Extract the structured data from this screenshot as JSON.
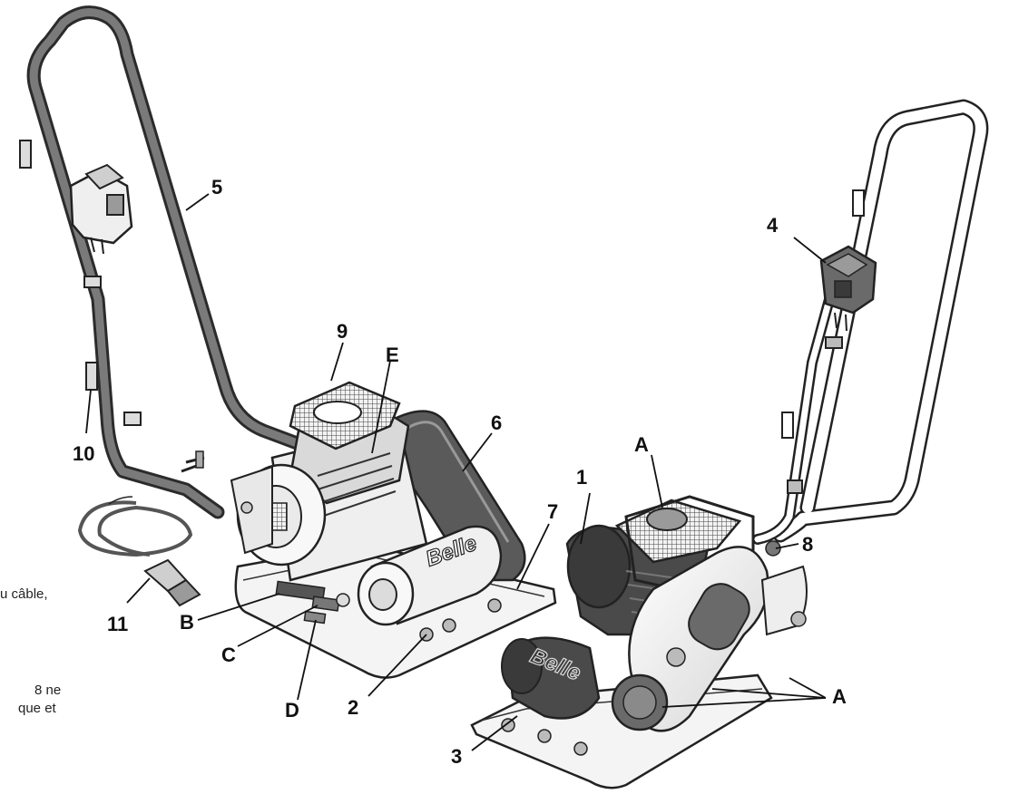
{
  "diagram": {
    "callouts": {
      "n1": "1",
      "n2": "2",
      "n3": "3",
      "n4": "4",
      "n5": "5",
      "n6": "6",
      "n7": "7",
      "n8": "8",
      "n9": "9",
      "n10": "10",
      "n11": "11",
      "a_top": "A",
      "a_right": "A",
      "b": "B",
      "c": "C",
      "d": "D",
      "e": "E"
    },
    "brand": "Belle",
    "side_text": {
      "line1": "u câble,",
      "line2": "8 ne",
      "line3": "que et"
    }
  }
}
